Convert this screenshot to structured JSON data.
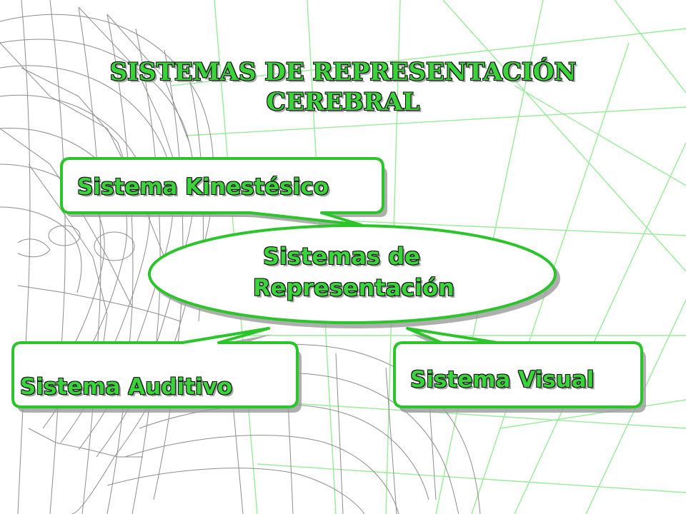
{
  "title": {
    "line1": "SISTEMAS DE REPRESENTACIÓN",
    "line2": "CEREBRAL"
  },
  "center": {
    "line1": "Sistemas de",
    "line2": "Representación"
  },
  "nodes": {
    "kinestesico": "Sistema Kinestésico",
    "auditivo": "Sistema Auditivo",
    "visual": "Sistema Visual"
  },
  "colors": {
    "accent_green": "#3ad43a",
    "box_border_green": "#2bc42b",
    "grid_line_green": "#8fe88f",
    "wireframe_gray": "#7a7a7a",
    "shadow_gray": "#a8a8a8"
  },
  "background": {
    "icon": "wireframe-head-icon"
  }
}
